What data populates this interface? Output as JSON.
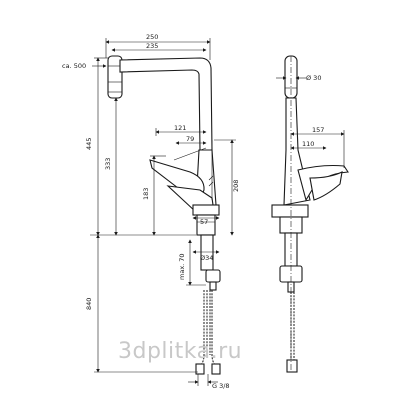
{
  "drawing": {
    "dimensions": {
      "width_top": "250",
      "width_mid": "235",
      "pullout": "ca. 500",
      "height_total": "445",
      "height_body": "333",
      "reach": "121",
      "offset": "79",
      "lever_height": "183",
      "body_height": "208",
      "base_width": "57",
      "diameter_base": "Ø34",
      "max_deck": "max. 70",
      "hose_length": "840",
      "thread": "G 3/8",
      "side_diameter": "Ø 30",
      "side_reach": "157",
      "side_offset": "110"
    },
    "watermark": "3dplitka.ru"
  }
}
